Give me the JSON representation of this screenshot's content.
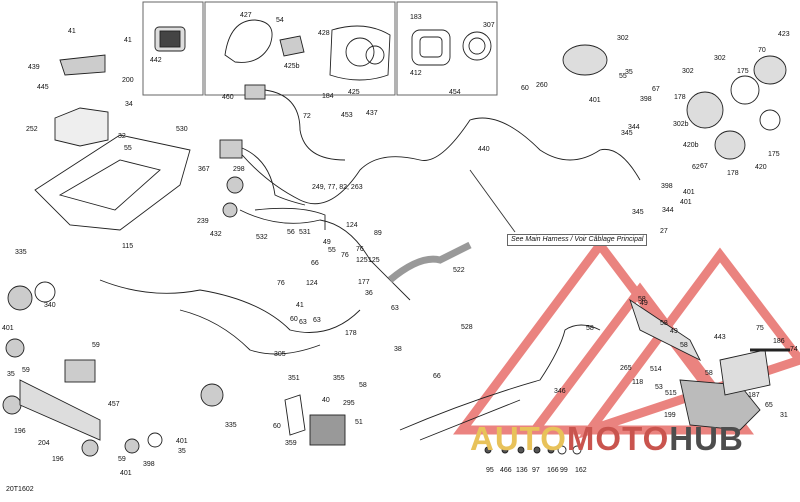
{
  "labels": [
    "41",
    "41",
    "439",
    "200",
    "445",
    "34",
    "252",
    "32",
    "55",
    "530",
    "115",
    "442",
    "427",
    "54",
    "425b",
    "428",
    "425",
    "183",
    "307",
    "412",
    "454",
    "460",
    "184",
    "72",
    "453",
    "437",
    "367",
    "298",
    "239",
    "432",
    "532",
    "249, 77, 82, 263",
    "56",
    "124",
    "89",
    "76",
    "125",
    "531",
    "49",
    "55",
    "66",
    "76",
    "124",
    "76",
    "125",
    "522",
    "177",
    "63",
    "36",
    "178",
    "38",
    "528",
    "66",
    "60",
    "260",
    "55",
    "440",
    "302",
    "302",
    "302",
    "70",
    "423",
    "175",
    "35",
    "401",
    "398",
    "67",
    "178",
    "344",
    "345",
    "302b",
    "420b",
    "67",
    "178",
    "420",
    "175",
    "344",
    "345",
    "401",
    "398",
    "401",
    "27",
    "62",
    "335",
    "340",
    "401",
    "59",
    "35",
    "59",
    "457",
    "196",
    "204",
    "196",
    "335",
    "401",
    "35",
    "398",
    "59",
    "401",
    "41",
    "60",
    "63",
    "63",
    "305",
    "351",
    "355",
    "58",
    "40",
    "295",
    "51",
    "359",
    "60",
    "58",
    "49",
    "58",
    "49",
    "58",
    "265",
    "514",
    "118",
    "443",
    "75",
    "186",
    "74",
    "58",
    "187",
    "515",
    "53",
    "346",
    "199",
    "65",
    "31",
    "95",
    "466",
    "136",
    "97",
    "166",
    "99",
    "162",
    "58"
  ],
  "diagram_code": "20T1602",
  "callout": "See Main Harness / Voir Câblage Principal",
  "watermark": {
    "logo_text": "AUTOMOTOHUB",
    "colors": {
      "auto": "#e8c25a",
      "moto": "#c9544e",
      "hub": "#4d4d4d",
      "triangles": "#d9534f"
    }
  }
}
